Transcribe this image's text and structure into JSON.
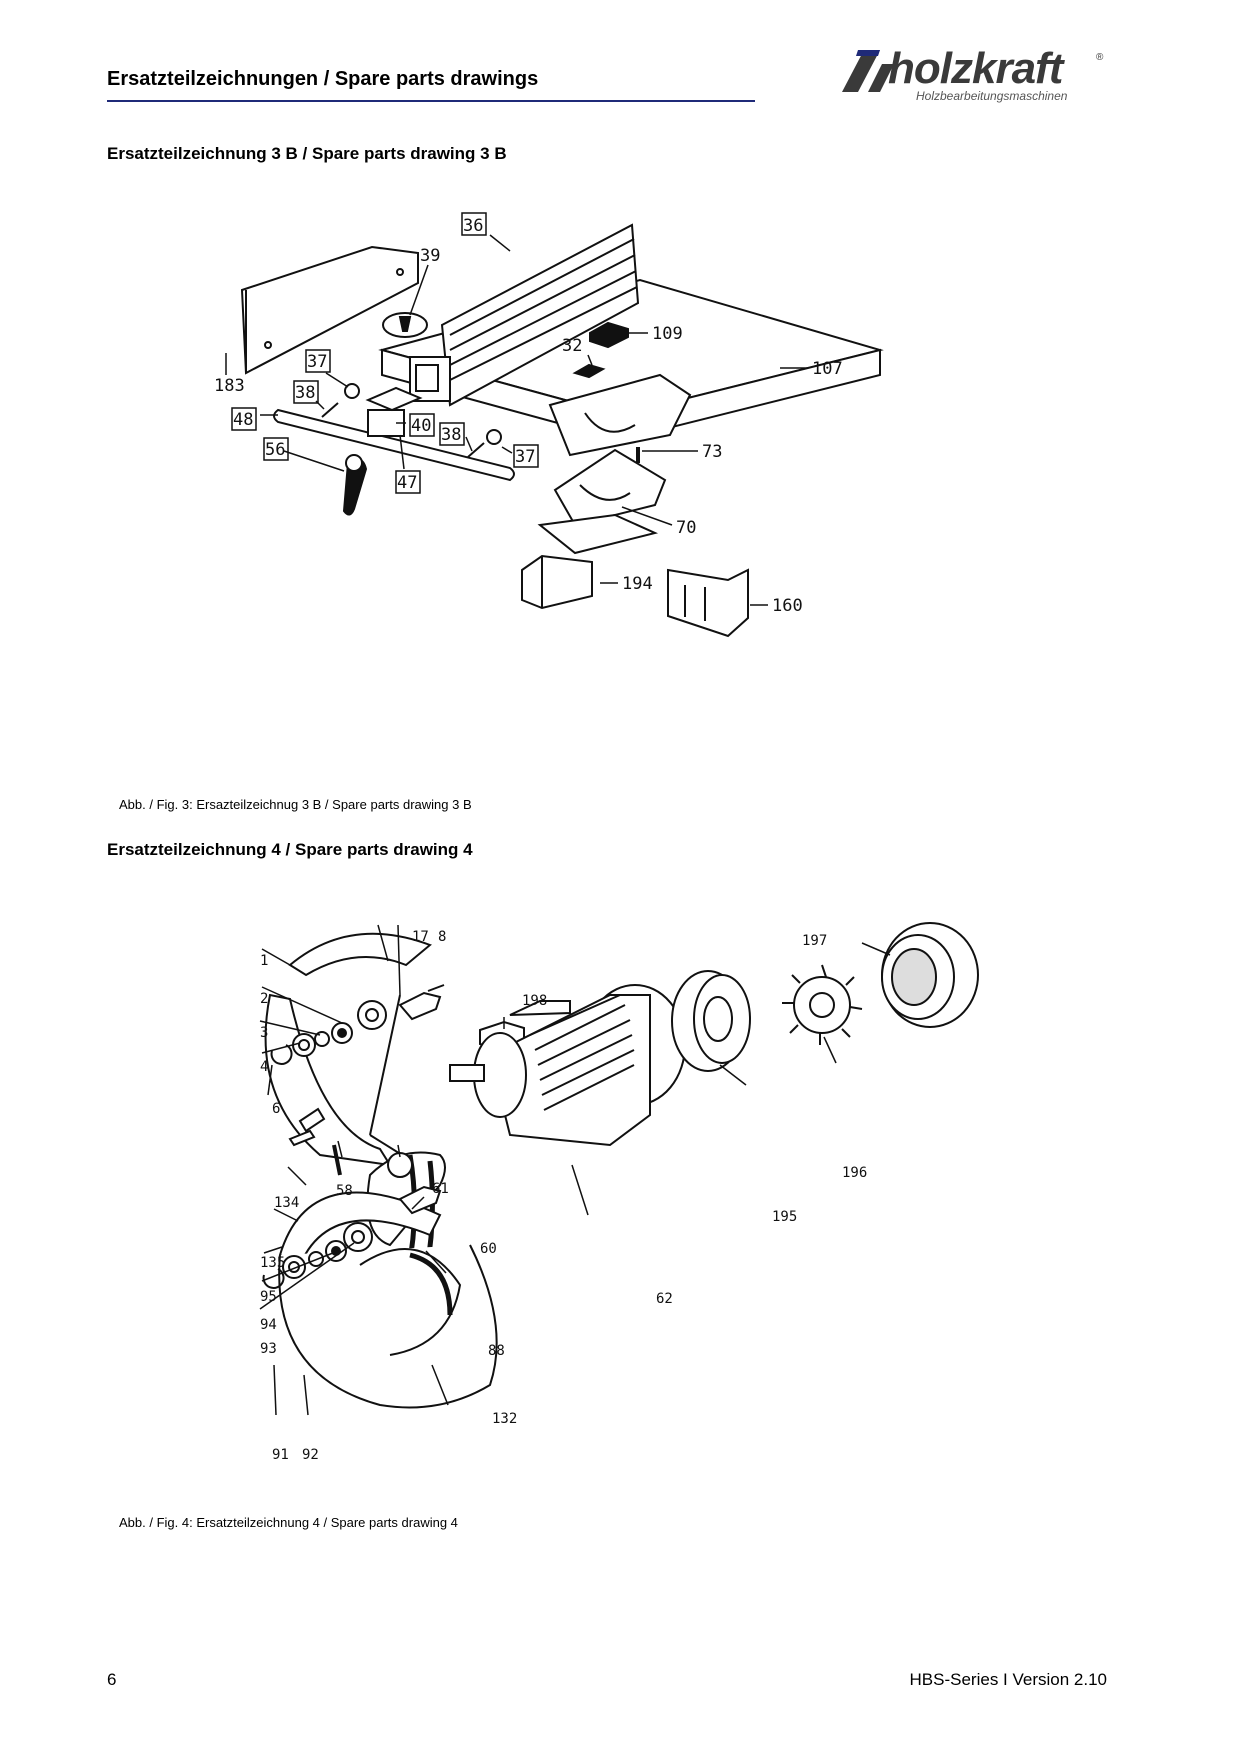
{
  "header": {
    "title": "Ersatzteilzeichnungen / Spare parts drawings",
    "logo_text": "holzkraft",
    "logo_reg": "®",
    "logo_subtitle": "Holzbearbeitungsmaschinen"
  },
  "section3b": {
    "title": "Ersatzteilzeichnung 3 B / Spare parts drawing 3 B",
    "caption": "Abb. / Fig. 3: Ersazteilzeichnug 3 B / Spare parts drawing 3 B",
    "labels": [
      "36",
      "39",
      "109",
      "32",
      "107",
      "183",
      "37",
      "38",
      "48",
      "40",
      "38",
      "37",
      "56",
      "47",
      "73",
      "70",
      "194",
      "160"
    ]
  },
  "section4": {
    "title": "Ersatzteilzeichnung 4 / Spare parts drawing 4",
    "caption": "Abb. / Fig. 4: Ersatzteilzeichnung 4 / Spare parts drawing 4",
    "labels": [
      "17",
      "8",
      "1",
      "2",
      "3",
      "4",
      "6",
      "198",
      "197",
      "196",
      "195",
      "134",
      "58",
      "61",
      "60",
      "135",
      "95",
      "94",
      "93",
      "88",
      "62",
      "132",
      "91",
      "92"
    ]
  },
  "footer": {
    "page_number": "6",
    "series": "HBS-Series I Version 2.10"
  }
}
